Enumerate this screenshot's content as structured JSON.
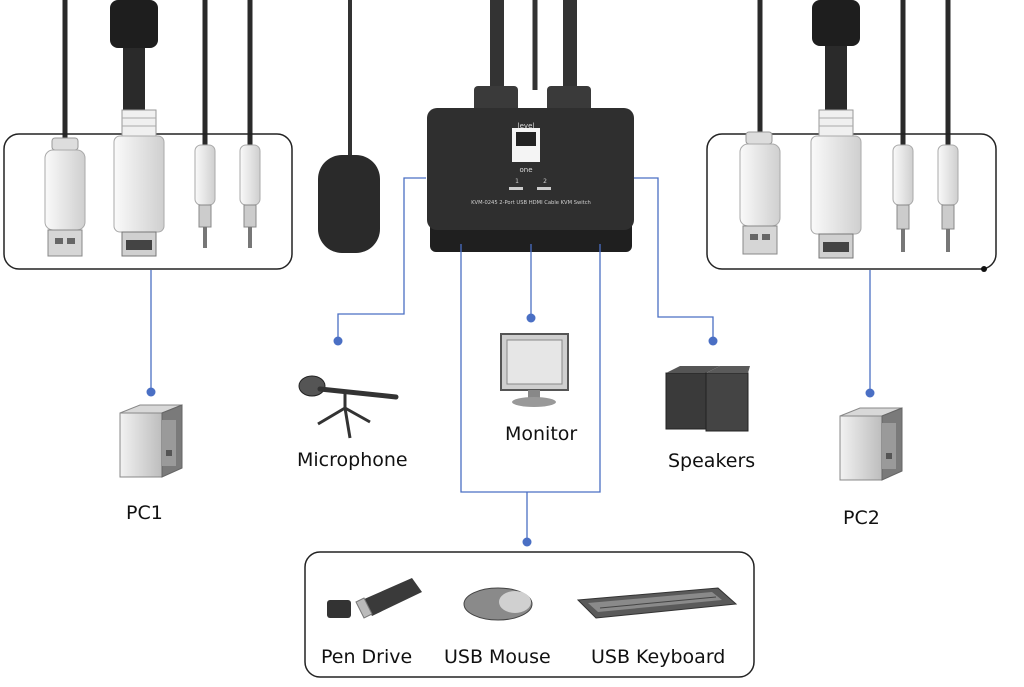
{
  "switch": {
    "brand_top": "level",
    "brand_bottom": "one",
    "model_text": "KVM-0245 2-Port USB HDMI Cable KVM Switch",
    "port_1": "1",
    "port_2": "2"
  },
  "labels": {
    "pc1": "PC1",
    "pc2": "PC2",
    "microphone": "Microphone",
    "monitor": "Monitor",
    "speakers": "Speakers",
    "pen_drive": "Pen Drive",
    "usb_mouse": "USB Mouse",
    "usb_keyboard": "USB Keyboard"
  },
  "colors": {
    "connector_line": "#4a6fc4",
    "dot": "#4a6fc4",
    "box_border": "#222222",
    "device_dark": "#2b2b2b",
    "plug_light": "#e6e6e6"
  }
}
